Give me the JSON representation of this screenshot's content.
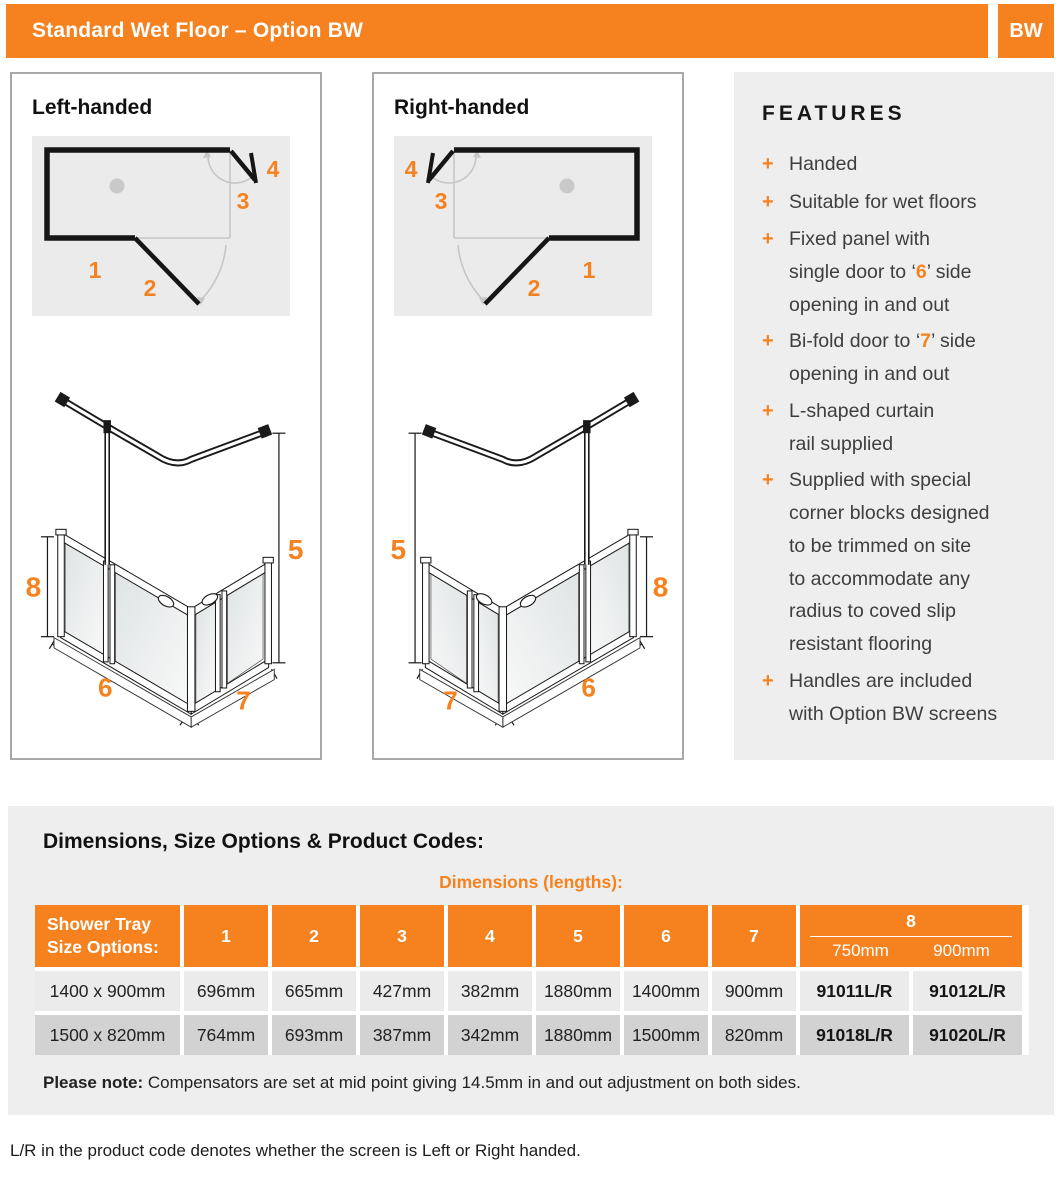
{
  "header": {
    "title": "Standard Wet Floor – Option BW",
    "badge": "BW"
  },
  "panels": {
    "left": {
      "title": "Left-handed"
    },
    "right": {
      "title": "Right-handed"
    },
    "plan_labels": {
      "n1": "1",
      "n2": "2",
      "n3": "3",
      "n4": "4"
    },
    "elevation_labels": {
      "n5": "5",
      "n6": "6",
      "n7": "7",
      "n8": "8"
    }
  },
  "features": {
    "heading": "FEATURES",
    "bullet": "+",
    "items": [
      {
        "pre": "Handed"
      },
      {
        "pre": "Suitable for wet floors"
      },
      {
        "pre": "Fixed panel with\nsingle door to ‘",
        "hl": "6",
        "post": "’ side\nopening in and out"
      },
      {
        "pre": "Bi-fold door to ‘",
        "hl": "7",
        "post": "’ side\nopening in and out"
      },
      {
        "pre": "L-shaped curtain\nrail supplied"
      },
      {
        "pre": "Supplied with special\ncorner blocks designed\nto be trimmed on site\nto accommodate any\nradius to coved slip\nresistant flooring"
      },
      {
        "pre": "Handles are included\nwith Option BW screens"
      }
    ]
  },
  "dimensions_section": {
    "heading": "Dimensions, Size Options & Product Codes:",
    "lengths_label": "Dimensions (lengths):",
    "table": {
      "corner_header": "Shower Tray\nSize Options:",
      "num_headers": [
        "1",
        "2",
        "3",
        "4",
        "5",
        "6",
        "7"
      ],
      "col8": {
        "label": "8",
        "sub_left": "750mm",
        "sub_right": "900mm"
      },
      "rows": [
        {
          "cells": [
            "1400 x 900mm",
            "696mm",
            "665mm",
            "427mm",
            "382mm",
            "1880mm",
            "1400mm",
            "900mm",
            "91011L/R",
            "91012L/R"
          ]
        },
        {
          "cells": [
            "1500 x 820mm",
            "764mm",
            "693mm",
            "387mm",
            "342mm",
            "1880mm",
            "1500mm",
            "820mm",
            "91018L/R",
            "91020L/R"
          ]
        }
      ]
    },
    "note": {
      "label": "Please note:",
      "text": " Compensators are set at mid point giving 14.5mm in and out adjustment on both sides."
    }
  },
  "footer": {
    "text": "L/R in the product code denotes whether the screen is Left or Right handed."
  },
  "colors": {
    "accent": "#f5821f"
  }
}
